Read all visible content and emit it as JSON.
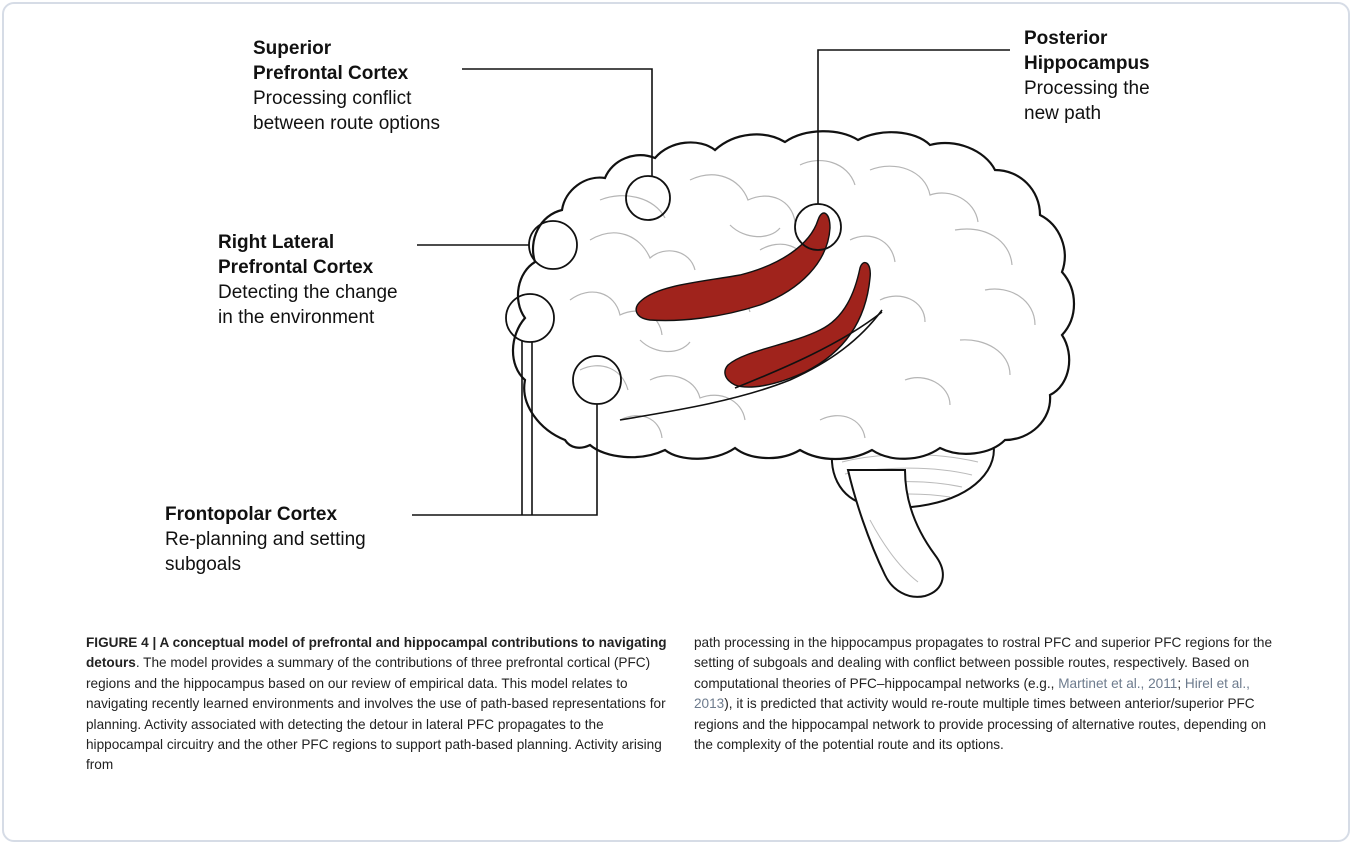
{
  "labels": {
    "superior_pfc": {
      "title_line1": "Superior",
      "title_line2": "Prefrontal Cortex",
      "desc_line1": "Processing conflict",
      "desc_line2": "between route options"
    },
    "posterior_hippocampus": {
      "title_line1": "Posterior",
      "title_line2": "Hippocampus",
      "desc_line1": "Processing the",
      "desc_line2": "new path"
    },
    "right_lateral_pfc": {
      "title_line1": "Right Lateral",
      "title_line2": "Prefrontal Cortex",
      "desc_line1": "Detecting the change",
      "desc_line2": "in the environment"
    },
    "frontopolar_cortex": {
      "title_line1": "Frontopolar Cortex",
      "desc_line1": "Re-planning and setting",
      "desc_line2": "subgoals"
    }
  },
  "caption": {
    "figure_label": "FIGURE 4 | A conceptual model of prefrontal and hippocampal contributions to navigating detours",
    "left_text": ". The model provides a summary of the contributions of three prefrontal cortical (PFC) regions and the hippocampus based on our review of empirical data. This model relates to navigating recently learned environments and involves the use of path-based representations for planning. Activity associated with detecting the detour in lateral PFC propagates to the hippocampal circuitry and the other PFC regions to support path-based planning. Activity arising from",
    "right_text_1": "path processing in the hippocampus propagates to rostral PFC and superior PFC regions for the setting of subgoals and dealing with conflict between possible routes, respectively. Based on computational theories of PFC–hippocampal networks (e.g., ",
    "ref_1": "Martinet et al., 2011",
    "sep": "; ",
    "ref_2": "Hirel et al., 2013",
    "right_text_2": "), it is predicted that activity would re-route multiple times between anterior/superior PFC regions and the hippocampal network to provide processing of alternative routes, depending on the complexity of the potential route and its options."
  },
  "colors": {
    "hippocampus_fill": "#a0231c",
    "outline": "#111111",
    "sulci": "#b5b5b5",
    "reference_link": "#6d7b8d",
    "frame_border": "#d6dce6"
  },
  "icons": [
    "brain-illustration"
  ]
}
